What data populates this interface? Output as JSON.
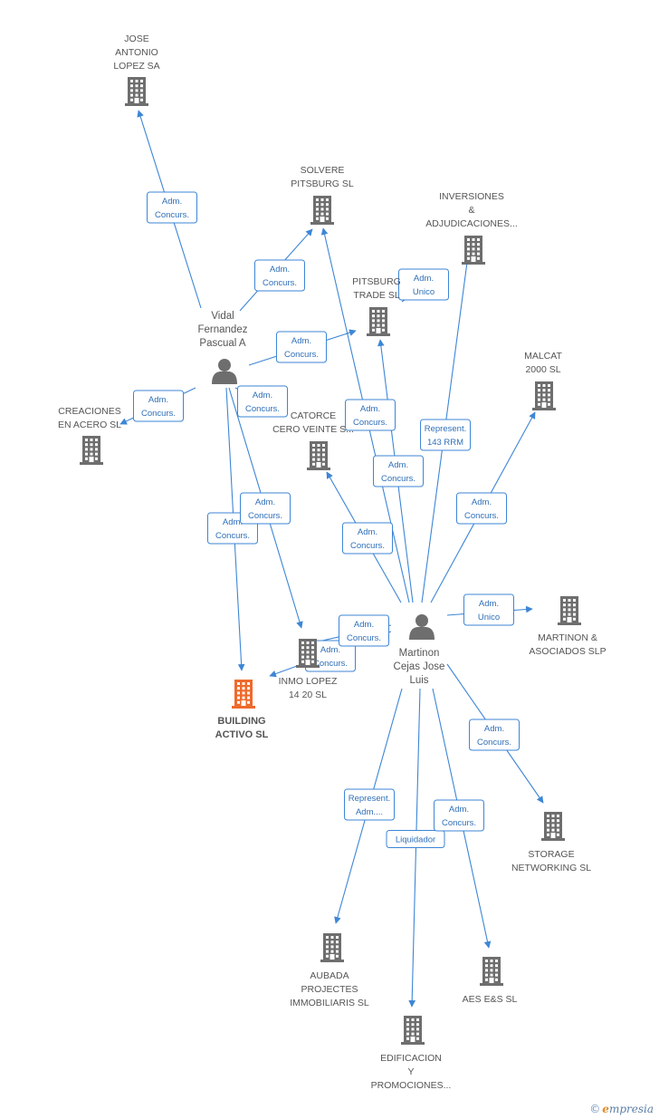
{
  "colors": {
    "edge": "#3d86d6",
    "node_icon": "#6e6e6e",
    "focus_icon": "#ef6a2c",
    "label": "#555555"
  },
  "nodes": [
    {
      "id": "jose",
      "type": "company",
      "lines": [
        "JOSE",
        "ANTONIO",
        "LOPEZ SA"
      ]
    },
    {
      "id": "solvere",
      "type": "company",
      "lines": [
        "SOLVERE",
        "PITSBURG SL"
      ]
    },
    {
      "id": "inversiones",
      "type": "company",
      "lines": [
        "INVERSIONES",
        "&",
        "ADJUDICACIONES..."
      ]
    },
    {
      "id": "pitsburg",
      "type": "company",
      "lines": [
        "PITSBURG",
        "TRADE SL"
      ]
    },
    {
      "id": "malcat",
      "type": "company",
      "lines": [
        "MALCAT",
        "2000 SL"
      ]
    },
    {
      "id": "creaciones",
      "type": "company",
      "lines": [
        "CREACIONES",
        "EN ACERO SL"
      ]
    },
    {
      "id": "catorce",
      "type": "company",
      "lines": [
        "CATORCE",
        "CERO VEINTE S..."
      ]
    },
    {
      "id": "martinon_asoc",
      "type": "company",
      "lines": [
        "MARTINON &",
        "ASOCIADOS SLP"
      ]
    },
    {
      "id": "inmo",
      "type": "company",
      "lines": [
        "INMO LOPEZ",
        "14 20 SL"
      ]
    },
    {
      "id": "building",
      "type": "focus",
      "lines": [
        "BUILDING",
        "ACTIVO SL"
      ]
    },
    {
      "id": "storage",
      "type": "company",
      "lines": [
        "STORAGE",
        "NETWORKING SL"
      ]
    },
    {
      "id": "aubada",
      "type": "company",
      "lines": [
        "AUBADA",
        "PROJECTES",
        "IMMOBILIARIS SL"
      ]
    },
    {
      "id": "aes",
      "type": "company",
      "lines": [
        "AES E&S SL"
      ]
    },
    {
      "id": "edificacion",
      "type": "company",
      "lines": [
        "EDIFICACION",
        "Y",
        "PROMOCIONES..."
      ]
    },
    {
      "id": "vidal",
      "type": "person",
      "lines": [
        "Vidal",
        "Fernandez",
        "Pascual A"
      ]
    },
    {
      "id": "martinon",
      "type": "person",
      "lines": [
        "Martinon",
        "Cejas Jose",
        "Luis"
      ]
    }
  ],
  "edges": [
    {
      "from": "vidal",
      "to": "jose",
      "label": [
        "Adm.",
        "Concurs."
      ]
    },
    {
      "from": "vidal",
      "to": "solvere",
      "label": [
        "Adm.",
        "Concurs."
      ]
    },
    {
      "from": "vidal",
      "to": "pitsburg",
      "label": [
        "Adm.",
        "Concurs."
      ]
    },
    {
      "from": "vidal",
      "to": "creaciones",
      "label": [
        "Adm.",
        "Concurs."
      ]
    },
    {
      "from": "vidal",
      "to": "building",
      "label": [
        "Adm.",
        "Concurs."
      ]
    },
    {
      "from": "vidal",
      "to": "inmo",
      "label": [
        "Adm.",
        "Concurs."
      ]
    },
    {
      "from": "vidal",
      "to": "inmo",
      "label": [
        "Adm.",
        "Concurs."
      ]
    },
    {
      "from": "martinon",
      "to": "solvere",
      "label": [
        "Adm.",
        "Concurs."
      ]
    },
    {
      "from": "martinon",
      "to": "pitsburg",
      "label": [
        "Adm.",
        "Concurs."
      ]
    },
    {
      "from": "martinon",
      "to": "pitsburg",
      "label": [
        "Adm.",
        "Unico"
      ]
    },
    {
      "from": "martinon",
      "to": "inversiones",
      "label": [
        "Represent.",
        "143 RRM"
      ]
    },
    {
      "from": "martinon",
      "to": "malcat",
      "label": [
        "Adm.",
        "Concurs."
      ]
    },
    {
      "from": "martinon",
      "to": "catorce",
      "label": [
        "Adm.",
        "Concurs."
      ]
    },
    {
      "from": "martinon",
      "to": "martinon_asoc",
      "label": [
        "Adm.",
        "Unico"
      ]
    },
    {
      "from": "martinon",
      "to": "building",
      "label": [
        "Adm.",
        "Concurs."
      ]
    },
    {
      "from": "martinon",
      "to": "inmo",
      "label": [
        "Adm.",
        "Concurs."
      ]
    },
    {
      "from": "martinon",
      "to": "storage",
      "label": [
        "Adm.",
        "Concurs."
      ]
    },
    {
      "from": "martinon",
      "to": "aubada",
      "label": [
        "Represent.",
        "Adm...."
      ]
    },
    {
      "from": "martinon",
      "to": "edificacion",
      "label": [
        "Liquidador"
      ]
    },
    {
      "from": "martinon",
      "to": "aes",
      "label": [
        "Adm.",
        "Concurs."
      ]
    }
  ],
  "brand": {
    "copyright": "©",
    "initial": "e",
    "name": "mpresia"
  }
}
